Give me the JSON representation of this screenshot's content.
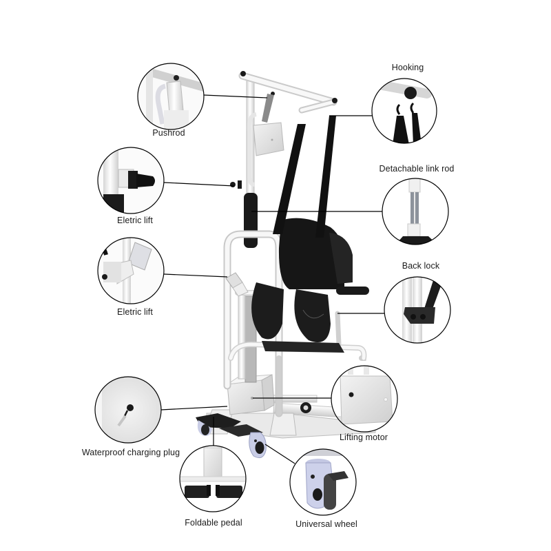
{
  "product": {
    "name": "electric patient transfer lift",
    "colors": {
      "frame": "#f2f2f2",
      "frame_shade": "#cfcfcf",
      "sling": "#161616",
      "motor_box": "#e4e4e4",
      "wheel": "#c9cde6",
      "leader_line": "#000000",
      "background": "#ffffff"
    }
  },
  "callouts": [
    {
      "id": "pushrod",
      "label": "Pushrod",
      "icon": "pushrod-actuator-icon"
    },
    {
      "id": "hooking",
      "label": "Hooking",
      "icon": "sling-hook-icon"
    },
    {
      "id": "electric-lift-top",
      "label": "Eletric lift",
      "icon": "lift-knob-icon"
    },
    {
      "id": "detachable-link-rod",
      "label": "Detachable link rod",
      "icon": "link-rod-icon"
    },
    {
      "id": "back-lock",
      "label": "Back lock",
      "icon": "back-lock-icon"
    },
    {
      "id": "electric-lift-handle",
      "label": "Eletric lift",
      "icon": "hand-controller-icon"
    },
    {
      "id": "waterproof-charging-plug",
      "label": "Waterproof charging plug",
      "icon": "charging-plug-icon"
    },
    {
      "id": "lifting-motor",
      "label": "Lifting motor",
      "icon": "motor-box-icon"
    },
    {
      "id": "foldable-pedal",
      "label": "Foldable pedal",
      "icon": "foot-pedal-icon"
    },
    {
      "id": "universal-wheel",
      "label": "Universal wheel",
      "icon": "caster-wheel-icon"
    }
  ]
}
